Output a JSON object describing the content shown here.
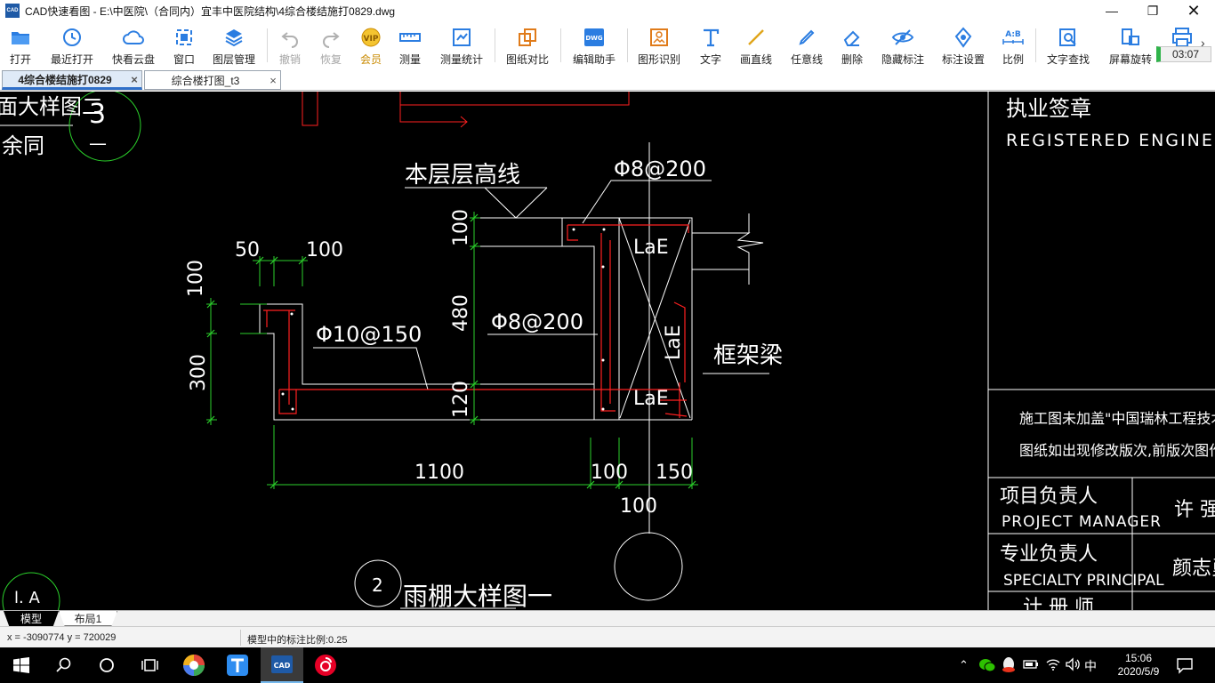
{
  "window": {
    "title": "CAD快速看图 - E:\\中医院\\（合同内）宜丰中医院结构\\4综合楼结施打0829.dwg",
    "app_icon": "CAD"
  },
  "toolbar": {
    "items": [
      {
        "label": "打开",
        "icon": "folder-open-icon"
      },
      {
        "label": "最近打开",
        "icon": "clock-icon"
      },
      {
        "label": "快看云盘",
        "icon": "cloud-icon"
      },
      {
        "label": "窗口",
        "icon": "window-icon"
      },
      {
        "label": "图层管理",
        "icon": "layers-icon"
      },
      {
        "label": "撤销",
        "icon": "undo-icon"
      },
      {
        "label": "恢复",
        "icon": "redo-icon"
      },
      {
        "label": "会员",
        "icon": "vip-icon",
        "badge": "VIP"
      },
      {
        "label": "测量",
        "icon": "ruler-icon"
      },
      {
        "label": "测量统计",
        "icon": "measure-stats-icon"
      },
      {
        "label": "图纸对比",
        "icon": "compare-icon"
      },
      {
        "label": "编辑助手",
        "icon": "edit-assistant-icon",
        "badge": "DWG"
      },
      {
        "label": "图形识别",
        "icon": "shape-recognize-icon"
      },
      {
        "label": "文字",
        "icon": "text-icon"
      },
      {
        "label": "画直线",
        "icon": "line-icon"
      },
      {
        "label": "任意线",
        "icon": "freehand-icon"
      },
      {
        "label": "删除",
        "icon": "eraser-icon"
      },
      {
        "label": "隐藏标注",
        "icon": "eye-hide-icon"
      },
      {
        "label": "标注设置",
        "icon": "annotation-settings-icon"
      },
      {
        "label": "比例",
        "icon": "scale-icon",
        "badge": "A:B"
      },
      {
        "label": "文字查找",
        "icon": "text-search-icon"
      },
      {
        "label": "屏幕旋转",
        "icon": "rotate-screen-icon"
      }
    ],
    "timer": "03:07"
  },
  "tabs": [
    {
      "label": "4综合楼结施打0829",
      "active": true,
      "close": "×"
    },
    {
      "label": "综合楼打图_t3",
      "active": false,
      "close": "×"
    }
  ],
  "drawing": {
    "partial_title_1": "面大样图二",
    "circle_number": "3",
    "partial_note": "余同",
    "circle_dash": "—",
    "floor_elev_label": "本层层高线",
    "rebar_top": "Φ8@200",
    "dim_top_100": "100",
    "dim_480": "480",
    "dim_120": "120",
    "dim_50": "50",
    "dim_100_a": "100",
    "dim_100_side": "100",
    "dim_300": "300",
    "rebar_slab": "Φ10@150",
    "rebar_mid": "Φ8@200",
    "lae_top": "LaE",
    "lae_side": "LaE",
    "lae_bottom": "LaE",
    "beam_label": "框架梁",
    "dim_1100": "1100",
    "dim_100_b": "100",
    "dim_150": "150",
    "dim_100_c": "100",
    "section_no": "2",
    "section_title": "雨棚大样图一",
    "ucs_label": "l. A",
    "titleblock": {
      "sign_cn": "执业签章",
      "sign_en": "REGISTERED ENGINEER S",
      "note_line1": "施工图未加盖\"中国瑞林工程技术有限公司出",
      "note_line2": "图纸如出现修改版次,前版次图作废。",
      "pm_cn": "项目负责人",
      "pm_en": "PROJECT MANAGER",
      "pm_name": "许 强",
      "sp_cn": "专业负责人",
      "sp_en": "SPECIALTY PRINCIPAL",
      "sp_name": "颜志勇",
      "next_cn": "计 册 师"
    }
  },
  "layout_tabs": [
    {
      "label": "模型",
      "active": true
    },
    {
      "label": "布局1",
      "active": false
    }
  ],
  "status": {
    "coords": "x = -3090774  y = 720029",
    "scale_text": "模型中的标注比例:0.25"
  },
  "taskbar": {
    "time": "15:06",
    "date": "2020/5/9",
    "ime": "中"
  }
}
